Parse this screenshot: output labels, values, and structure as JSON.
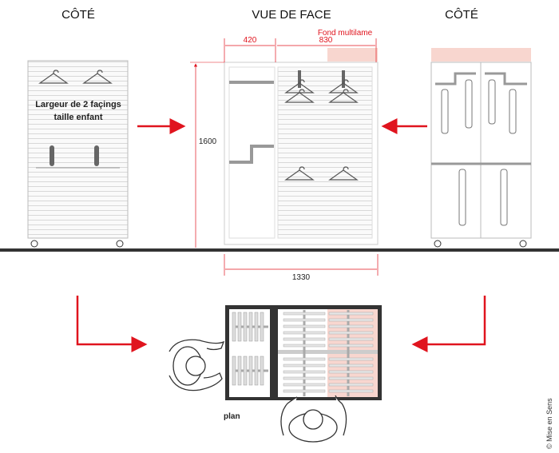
{
  "titles": {
    "left": "CÔTÉ",
    "center": "VUE DE FACE",
    "right": "CÔTÉ"
  },
  "left_cabinet": {
    "line1": "Largeur de 2 façings",
    "line2": "taille enfant"
  },
  "dimensions": {
    "fond_label": "Fond multilame",
    "width_left": "420",
    "width_right": "830",
    "height": "1600",
    "total_width": "1330"
  },
  "plan_label": "plan",
  "copyright": "© Mise en Sens",
  "colors": {
    "accent": "#e0141e",
    "pink": "#f8d6cf",
    "floor": "#333333"
  }
}
